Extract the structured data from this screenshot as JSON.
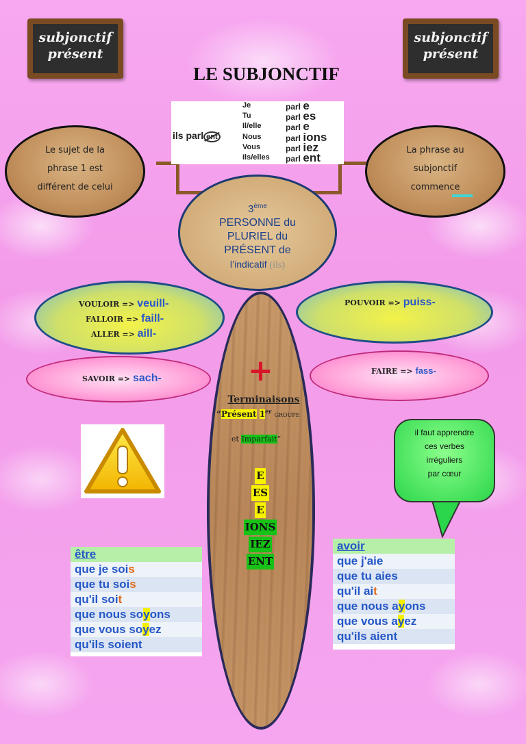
{
  "boards": {
    "line1": "subjonctif",
    "line2": "présent"
  },
  "title": "LE SUBJONCTIF",
  "conjugation": {
    "ils": "ils parl",
    "ent_crossed": "ent",
    "rows": [
      {
        "pronoun": "Je",
        "stem": "parl",
        "ending": "e"
      },
      {
        "pronoun": "Tu",
        "stem": "parl",
        "ending": "es"
      },
      {
        "pronoun": "Il/elle",
        "stem": "parl",
        "ending": "e"
      },
      {
        "pronoun": "Nous",
        "stem": "parl",
        "ending": "ions"
      },
      {
        "pronoun": "Vous",
        "stem": "parl",
        "ending": "iez"
      },
      {
        "pronoun": "Ils/elles",
        "stem": "parl",
        "ending": "ent"
      }
    ]
  },
  "left_oval": {
    "l1": "Le sujet de la",
    "l2": "phrase 1 est",
    "l3": "différent de celui"
  },
  "right_oval": {
    "l1": "La phrase au",
    "l2": "subjonctif",
    "l3": "commence"
  },
  "center": {
    "num": "3",
    "sup": "ème",
    "l1": "PERSONNE du",
    "l2": "PLURIEL du",
    "l3": "PRÉSENT de",
    "l4": "l’indicatif",
    "ils": "(ils)"
  },
  "verbs": {
    "vouloir": {
      "label": "VOULOIR =>",
      "stem": "veuill-"
    },
    "falloir": {
      "label": "FALLOIR =>",
      "stem": "faill-"
    },
    "aller": {
      "label": "ALLER =>",
      "stem": "aill-"
    },
    "pouvoir": {
      "label": "POUVOIR =>",
      "stem": "puiss-"
    },
    "savoir": {
      "label": "SAVOIR =>",
      "stem": "sach-"
    },
    "faire": {
      "label": "FAIRE =>",
      "stem": "fass-"
    }
  },
  "plus": "+",
  "terminaisons": {
    "title": "Terminaisons",
    "open_quote": "“",
    "present": "Présent",
    "first": "1",
    "er": "er",
    "groupe": "GROUPE",
    "et": "et",
    "imparfait": "Imparfait",
    "close_quote": "”",
    "endings": [
      "E",
      "ES",
      "E",
      "IONS",
      "IEZ",
      "ENT"
    ]
  },
  "bubble": {
    "l1": "il faut apprendre",
    "l2": "ces verbes",
    "l3": "irréguliers",
    "l4": "par cœur"
  },
  "etre": {
    "header": "être",
    "r1a": "que je soi",
    "r1b": "s",
    "r2a": "que tu soi",
    "r2b": "s",
    "r3a": "qu'il soi",
    "r3b": "t",
    "r4a": "que nous so",
    "r4b": "y",
    "r4c": "ons",
    "r5a": "que vous so",
    "r5b": "y",
    "r5c": "ez",
    "r6": "qu'ils soient"
  },
  "avoir": {
    "header": "avoir",
    "r1": "que j'aie",
    "r2": "que tu aies",
    "r3a": "qu'il ai",
    "r3b": "t",
    "r4a": "que nous a",
    "r4b": "y",
    "r4c": "ons",
    "r5a": "que vous a",
    "r5b": "y",
    "r5c": "ez",
    "r6": "qu'ils aient"
  },
  "colors": {
    "background": "#f5a6ef",
    "stem_blue": "#2b57c9",
    "plus_red": "#d8162a",
    "highlight_yellow": "#f6f200",
    "highlight_green": "#16c216"
  }
}
